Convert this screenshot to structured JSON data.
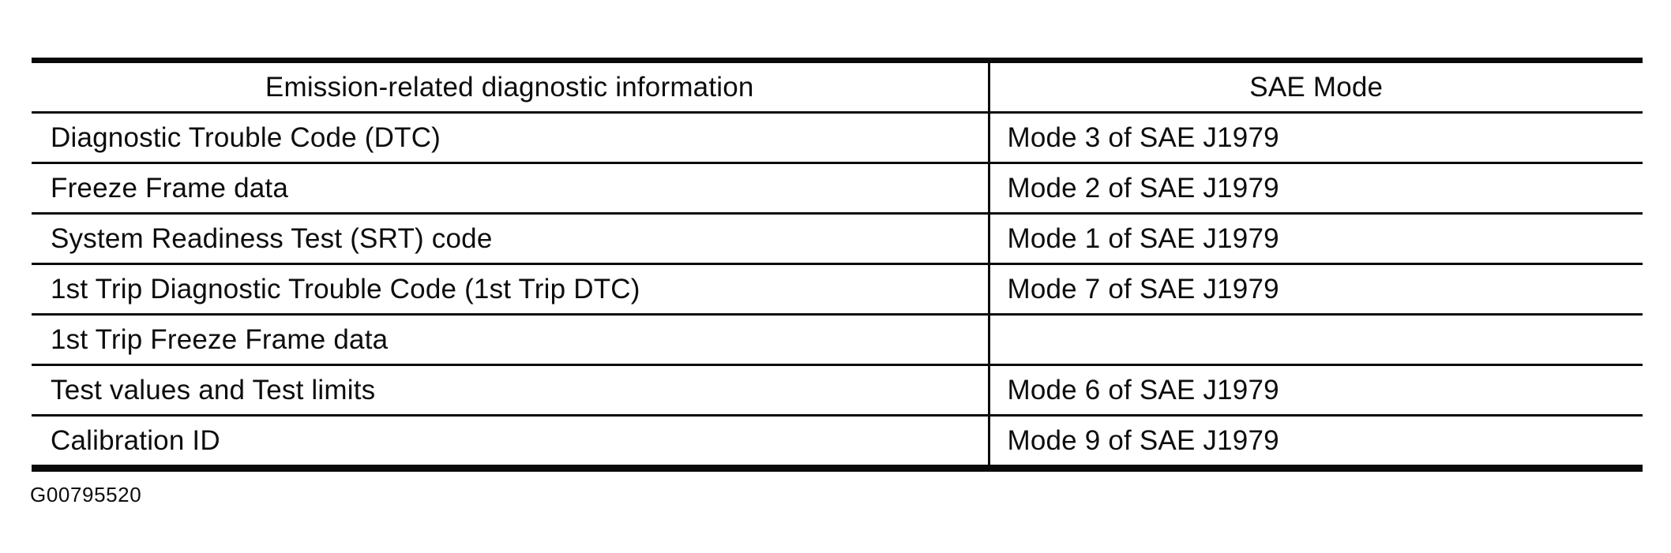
{
  "table": {
    "columns": {
      "info_header": "Emission-related diagnostic information",
      "mode_header": "SAE Mode"
    },
    "rows": [
      {
        "info": "Diagnostic Trouble Code (DTC)",
        "mode": "Mode 3 of SAE J1979"
      },
      {
        "info": "Freeze Frame data",
        "mode": "Mode 2 of SAE J1979"
      },
      {
        "info": "System Readiness Test (SRT) code",
        "mode": "Mode 1 of SAE J1979"
      },
      {
        "info": "1st Trip Diagnostic Trouble Code (1st Trip DTC)",
        "mode": "Mode 7 of SAE J1979"
      },
      {
        "info": "1st Trip Freeze Frame data",
        "mode": ""
      },
      {
        "info": "Test values and Test limits",
        "mode": "Mode 6 of SAE J1979"
      },
      {
        "info": "Calibration ID",
        "mode": "Mode 9 of SAE J1979"
      }
    ]
  },
  "caption": "G00795520",
  "colors": {
    "ink": "#0d0d0d",
    "paper": "#ffffff"
  }
}
